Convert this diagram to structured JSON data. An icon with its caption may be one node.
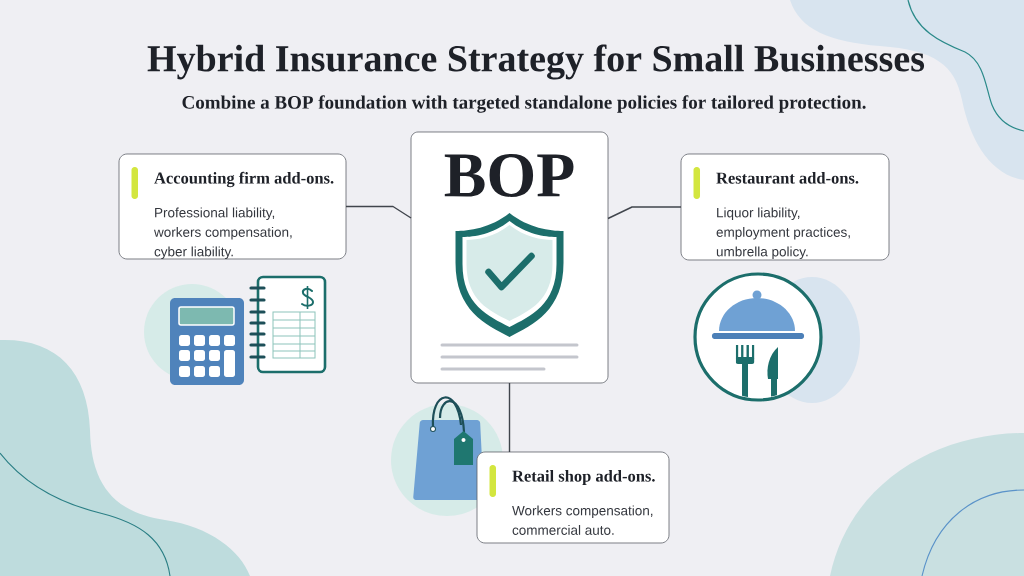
{
  "diagram": {
    "title": "Hybrid Insurance Strategy for Small Businesses",
    "nodes": [
      {
        "text": [
          "Accounting firm add-ons.",
          "Professional liability, workers compensation, cyber liability."
        ]
      },
      {
        "text": [
          "BOP"
        ]
      },
      {
        "text": [
          "Restaurant add-ons.",
          "Liquor liability, employment practices, umbrella policy."
        ]
      },
      {
        "text": [
          "Retail shop add-ons.",
          "Workers compensation, commercial auto."
        ]
      }
    ],
    "edges": [
      {
        "from": 1,
        "to": 0,
        "arrow": "none"
      },
      {
        "from": 1,
        "to": 2,
        "arrow": "none"
      },
      {
        "from": 1,
        "to": 3,
        "arrow": "none"
      }
    ],
    "labels": [
      "Combine a BOP foundation with targeted standalone policies for tailored protection."
    ]
  }
}
